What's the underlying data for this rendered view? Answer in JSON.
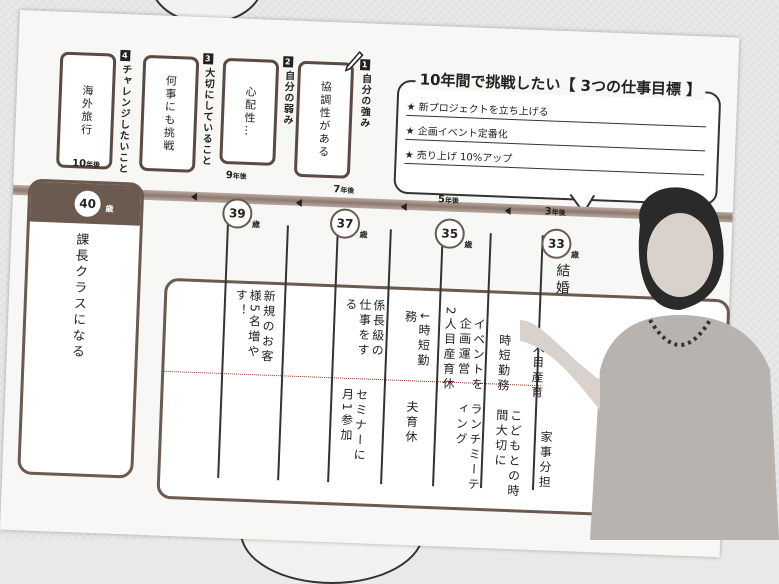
{
  "section": {
    "title": "10年間で挑戦したい【 3つの仕事目標 】",
    "goals": [
      "★ 新プロジェクトを立ち上げる",
      "★ 企画イベント定番化",
      "★ 売り上げ 10%アップ"
    ]
  },
  "labels": [
    {
      "num": "1",
      "text": "自分の強み"
    },
    {
      "num": "2",
      "text": "自分の弱み"
    },
    {
      "num": "3",
      "text": "大切にしていること"
    },
    {
      "num": "4",
      "text": "チャレンジしたいこと"
    }
  ],
  "boxes": [
    {
      "text": "協調性がある"
    },
    {
      "text": "心配性…"
    },
    {
      "text": "何事にも挑戦"
    },
    {
      "text": "海外旅行"
    }
  ],
  "timeline": {
    "year_suffix": "年後",
    "age_suffix": "歳",
    "points": [
      {
        "years": "3",
        "age": "33"
      },
      {
        "years": "5",
        "age": "35"
      },
      {
        "years": "7",
        "age": "37"
      },
      {
        "years": "9",
        "age": "39"
      },
      {
        "years": "10",
        "age": "40"
      }
    ]
  },
  "events": {
    "age40": "課長クラスになる",
    "age33_top": "結婚",
    "col_a_top": "1人目産育休",
    "col_a_2": "時短勤務",
    "col_a_bottom": "こどもとの時間大切に",
    "col_a_bottom2": "家事分担",
    "col_b_top": "イベントを企画運営",
    "col_b_bottom": "ランチミーティング",
    "col_c_top": "2人目産育休",
    "col_c_2": "↓時短勤務",
    "col_c_bottom": "夫育休",
    "col_d_top": "係長級の仕事をする",
    "col_d_bottom": "セミナーに月1参加",
    "col_e_top": "新規のお客様5名増やす！"
  }
}
